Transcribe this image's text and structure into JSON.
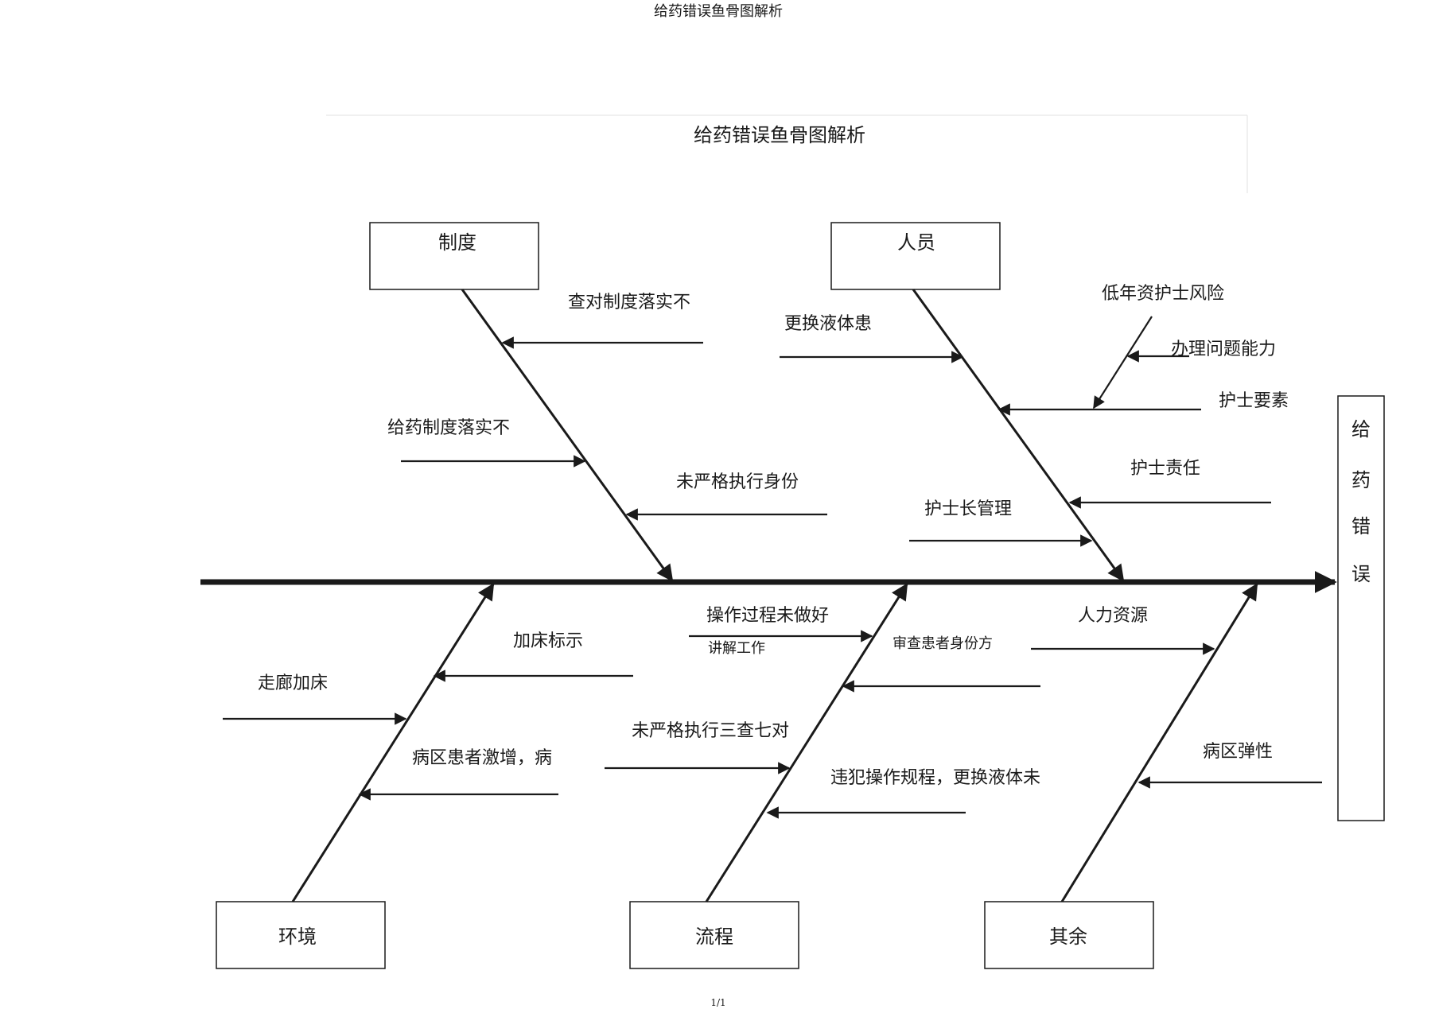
{
  "page_header": "给药错误鱼骨图解析",
  "diagram_title": "给药错误鱼骨图解析",
  "effect": {
    "chars": [
      "给",
      "药",
      "错",
      "误"
    ]
  },
  "categories": {
    "policy": "制度",
    "staff": "人员",
    "environment": "环境",
    "process": "流程",
    "other": "其余"
  },
  "causes": {
    "policy_1": "查对制度落实不",
    "policy_2": "给药制度落实不",
    "policy_3": "未严格执行身份",
    "staff_1": "更换液体患",
    "staff_2": "低年资护士风险",
    "staff_2b": "办理问题能力",
    "staff_3": "护士要素",
    "staff_4": "护士责任",
    "staff_5": "护士长管理",
    "env_1": "加床标示",
    "env_2": "走廊加床",
    "env_3": "病区患者激增，病",
    "proc_1": "操作过程未做好",
    "proc_1b": "讲解工作",
    "proc_2": "审查患者身份方",
    "proc_3": "未严格执行三查七对",
    "proc_4": "违犯操作规程，更换液体未",
    "other_1": "人力资源",
    "other_2": "病区弹性"
  },
  "page_footer": "1/1"
}
